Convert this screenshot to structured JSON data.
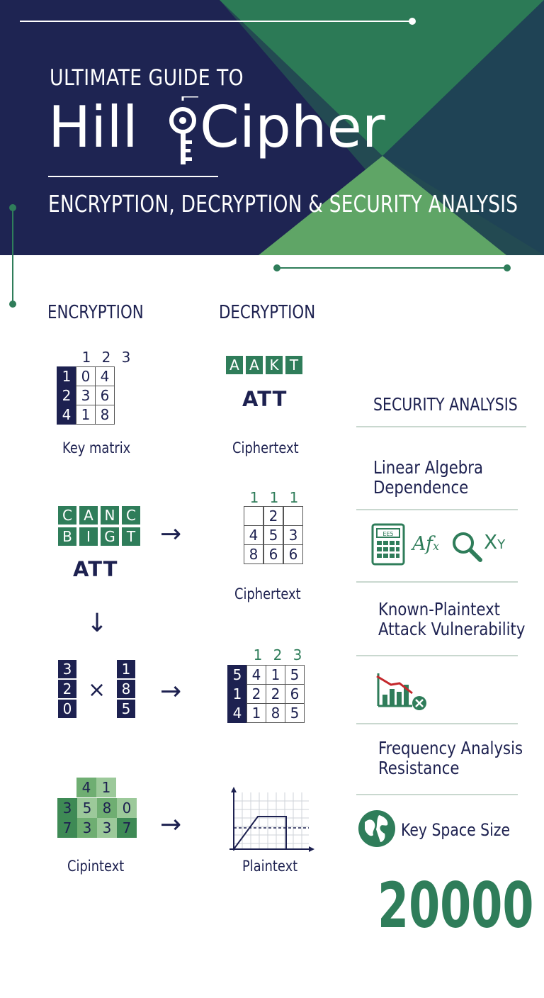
{
  "header": {
    "kicker": "ULTIMATE GUIDE TO",
    "title_left": "Hill",
    "title_right": "Cipher",
    "subtitle": "ENCRYPTION, DECRYPTION & SECURITY ANALYSIS"
  },
  "encryption": {
    "heading": "ENCRYPTION",
    "key_col_headers": [
      "1",
      "2",
      "3"
    ],
    "key_rows": [
      [
        "1",
        "0",
        "4"
      ],
      [
        "2",
        "3",
        "6"
      ],
      [
        "4",
        "1",
        "8"
      ]
    ],
    "key_caption": "Key matrix",
    "plain_grid": [
      [
        "C",
        "A",
        "N",
        "C"
      ],
      [
        "B",
        "I",
        "G",
        "T"
      ]
    ],
    "plain_word": "ATT",
    "vec_left": [
      "3",
      "2",
      "0"
    ],
    "times": "×",
    "vec_right": [
      "1",
      "8",
      "5"
    ],
    "cipher_grid_top": [
      "4",
      "1"
    ],
    "cipher_grid_rows": [
      [
        "3",
        "5",
        "8",
        "0"
      ],
      [
        "7",
        "3",
        "3",
        "7"
      ]
    ],
    "cipher_caption": "Cipintext"
  },
  "decryption": {
    "heading": "DECRYPTION",
    "cipher_letters": [
      "A",
      "A",
      "K",
      "T"
    ],
    "cipher_word": "ATT",
    "cipher_caption": "Ciphertext",
    "inv_col_headers": [
      "1",
      "1",
      "1"
    ],
    "inv_rows": [
      [
        "",
        "2",
        ""
      ],
      [
        "4",
        "5",
        "3"
      ],
      [
        "8",
        "6",
        "6"
      ]
    ],
    "inv_caption": "Ciphertext",
    "res_col_headers": [
      "1",
      "2",
      "3"
    ],
    "res_rows": [
      [
        "5",
        "4",
        "1",
        "5"
      ],
      [
        "1",
        "2",
        "2",
        "6"
      ],
      [
        "4",
        "1",
        "8",
        "5"
      ]
    ],
    "plot_caption": "Plaintext"
  },
  "security": {
    "heading": "SECURITY ANALYSIS",
    "items": [
      "Linear Algebra",
      "Dependence",
      "Known-Plaintext",
      "Attack Vulnerability",
      "Frequency Analysis",
      "Resistance",
      "Key Space Size"
    ],
    "icon_math_1": "Af",
    "icon_math_sub": "x",
    "icon_xy_x": "X",
    "icon_xy_y": "Y",
    "calc_label": "EE5",
    "key_space_value": "20000"
  },
  "colors": {
    "navy": "#1d2150",
    "green": "#2f7d5a",
    "light_green": "#5fa566"
  },
  "icons": [
    "key-icon",
    "calculator-icon",
    "magnifier-icon",
    "chart-down-icon",
    "globe-icon",
    "arrow-right-icon",
    "arrow-down-icon"
  ]
}
